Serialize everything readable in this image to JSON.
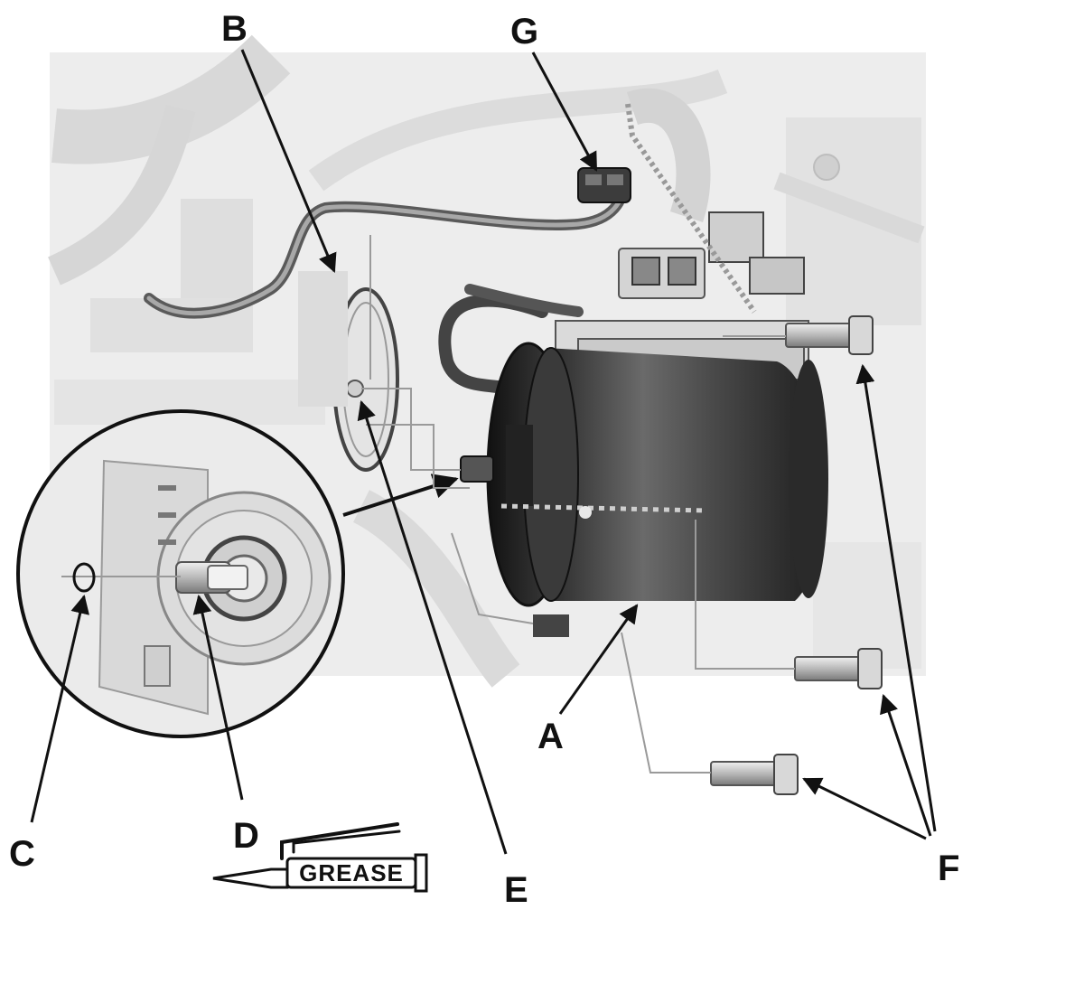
{
  "diagram": {
    "callouts": {
      "A": "A",
      "B": "B",
      "C": "C",
      "D": "D",
      "E": "E",
      "F": "F",
      "G": "G"
    },
    "grease_label": "GREASE",
    "colors": {
      "background_panel": "#ededed",
      "component_dark": "#3a3a3a",
      "line": "#111111",
      "dashed_leader": "#9a9a9a"
    }
  }
}
